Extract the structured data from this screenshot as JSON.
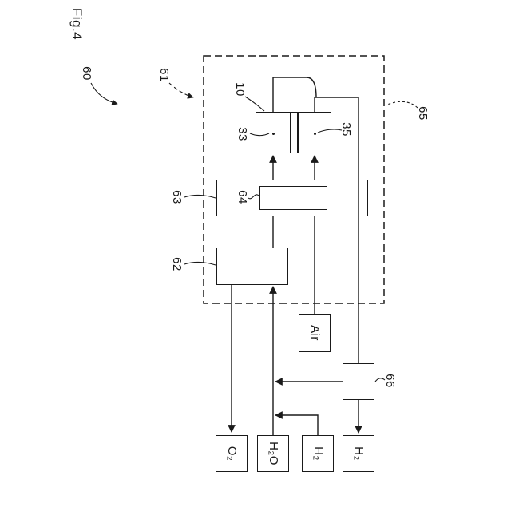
{
  "figure": {
    "title": "Fig.4"
  },
  "labels": {
    "l60": "60",
    "l61": "61",
    "l65": "65",
    "l10": "10",
    "l33": "33",
    "l35": "35",
    "l62": "62",
    "l63": "63",
    "l64": "64",
    "l66": "66"
  },
  "nodes": {
    "air": "Air",
    "o2": "O₂",
    "h2o": "H₂O",
    "h2_supply": "H₂",
    "h2_return": "H₂"
  },
  "colors": {
    "line": "#1a1a1a",
    "background": "#ffffff"
  }
}
